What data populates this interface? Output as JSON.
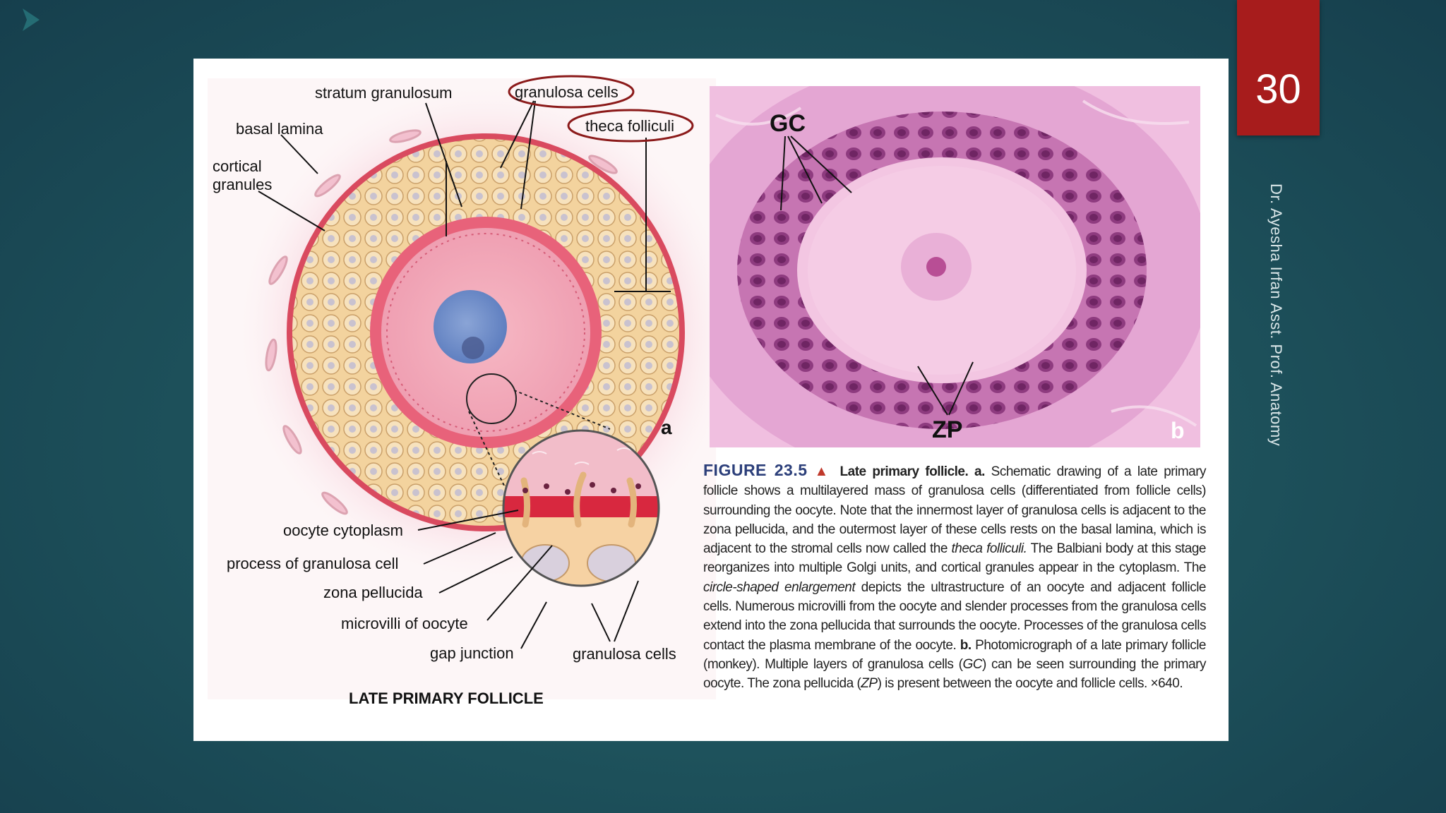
{
  "slide": {
    "number": "30",
    "side_text": "Dr. Ayesha Irfan Asst. Prof. Anatomy",
    "colors": {
      "background": "#1f555e",
      "number_box": "#a71c1c",
      "panel": "#ffffff",
      "highlight_circle": "#8b1a1a"
    }
  },
  "figure": {
    "drawing": {
      "panel_letter": "a",
      "title": "LATE PRIMARY FOLLICLE",
      "labels": {
        "stratum_granulosum": "stratum granulosum",
        "granulosa_cells_top": "granulosa cells",
        "theca_folliculi": "theca folliculi",
        "basal_lamina": "basal lamina",
        "cortical_granules_line1": "cortical",
        "cortical_granules_line2": "granules",
        "oocyte_cytoplasm": "oocyte cytoplasm",
        "process_of_granulosa_cell": "process of granulosa cell",
        "zona_pellucida": "zona pellucida",
        "microvilli_of_oocyte": "microvilli of oocyte",
        "gap_junction": "gap junction",
        "granulosa_cells_bottom": "granulosa cells"
      }
    },
    "micrograph": {
      "panel_letter": "b",
      "labels": {
        "gc": "GC",
        "zp": "ZP"
      }
    },
    "caption": {
      "figure_number": "FIGURE 23.5",
      "marker": "▲",
      "title": "Late primary follicle.",
      "part_a_marker": "a.",
      "text_1": "Schematic drawing of a late primary follicle shows a multilayered mass of granulosa cells (differentiated from follicle cells) surrounding the oocyte. Note that the innermost layer of granulosa cells is adjacent to the zona pellucida, and the outermost layer of these cells rests on the basal lamina, which is adjacent to the stromal cells now called the",
      "italic_1": "theca folliculi.",
      "text_2": "The Balbiani body at this stage reorganizes into multiple Golgi units, and cortical granules appear in the cytoplasm. The",
      "italic_2": "circle-shaped enlargement",
      "text_3": "depicts the ultrastructure of an oocyte and adjacent follicle cells. Numerous microvilli from the oocyte and slender processes from the granulosa cells extend into the zona pellucida that surrounds the oocyte. Processes of the granulosa cells contact the plasma membrane of the oocyte.",
      "part_b_marker": "b.",
      "text_4": "Photomicrograph of a late primary follicle (monkey). Multiple layers of granulosa cells (",
      "italic_gc": "GC",
      "text_5": ") can be seen surrounding the primary oocyte. The zona pellucida (",
      "italic_zp": "ZP",
      "text_6": ") is present between the oocyte and follicle cells. ×640."
    }
  }
}
